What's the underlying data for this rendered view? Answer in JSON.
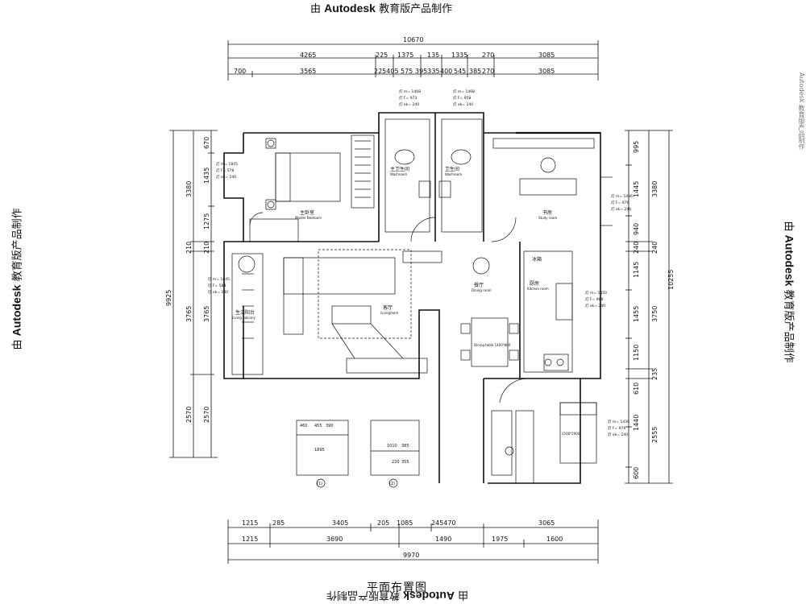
{
  "watermark": {
    "prefix": "由",
    "brand": "Autodesk",
    "suffix": "教育版产品制作"
  },
  "edge_text": "Autodesk 教育版产品制作",
  "caption": "平面布置图",
  "dimensions": {
    "top_total": "10670",
    "top_row1": [
      "4265",
      "225",
      "1375",
      "135",
      "1335",
      "270",
      "3085"
    ],
    "top_row2": [
      "700",
      "3565",
      "225405",
      "575",
      "395335",
      "400",
      "545",
      "385",
      "270",
      "3085"
    ],
    "bottom_row1": [
      "1215",
      "285",
      "3405",
      "205",
      "1085",
      "245470",
      "3065"
    ],
    "bottom_row2": [
      "1215",
      "3690",
      "1490",
      "1975",
      "1600"
    ],
    "bottom_total": "9970",
    "left_total": "9925",
    "left_row1": [
      "3380",
      "210",
      "3765",
      "2570"
    ],
    "left_row2": [
      "670",
      "1435",
      "1275",
      "210",
      "3765",
      "2570"
    ],
    "right_total": "10255",
    "right_row1": [
      "3380",
      "240",
      "3750",
      "235",
      "2555"
    ],
    "right_row2": [
      "995",
      "1445",
      "940",
      "240",
      "1145",
      "1455",
      "1150",
      "610",
      "1440",
      "600"
    ]
  },
  "rooms": [
    {
      "name": "主卧室",
      "en": "Master Bedroom"
    },
    {
      "name": "主卫生间",
      "en": "Washroom"
    },
    {
      "name": "卫生间",
      "en": "Washroom"
    },
    {
      "name": "书房",
      "en": "Study room"
    },
    {
      "name": "客厅",
      "en": "Livingroom"
    },
    {
      "name": "餐厅",
      "en": "Dining room"
    },
    {
      "name": "厨房",
      "en": "Kitchen room"
    },
    {
      "name": "生活阳台",
      "en": "Living balcony"
    },
    {
      "name": "冰箱",
      "en": ""
    }
  ],
  "specs": {
    "master": [
      "灯 m= 1845",
      "灯 F= 578",
      "灯 ok= 240"
    ],
    "wash1": [
      "灯 m= 1468",
      "灯 F= 973",
      "灯 ok= 240"
    ],
    "wash2": [
      "灯 m= 1468",
      "灯 F= 958",
      "灯 ok= 240"
    ],
    "study": [
      "灯 m= 1436",
      "灯 F= 976",
      "灯 ok= 240"
    ],
    "balcony": [
      "灯 m= 1845",
      "灯 F= 588",
      "灯 ok= 240"
    ],
    "kitchen": [
      "灯 m= 1450",
      "灯 F= 968",
      "灯 ok= 240"
    ],
    "bed2": [
      "灯 m= 1430",
      "灯 F= 976",
      "灯 ok= 240"
    ]
  },
  "table_label": "Dining table 1400*800",
  "bed_label": "1500*2000",
  "details": {
    "d1": [
      "460",
      "455",
      "390",
      "1895"
    ],
    "d2": [
      "1010",
      "385",
      "220",
      "355"
    ],
    "d1_mark": "(1)",
    "d2_mark": "(2)"
  }
}
